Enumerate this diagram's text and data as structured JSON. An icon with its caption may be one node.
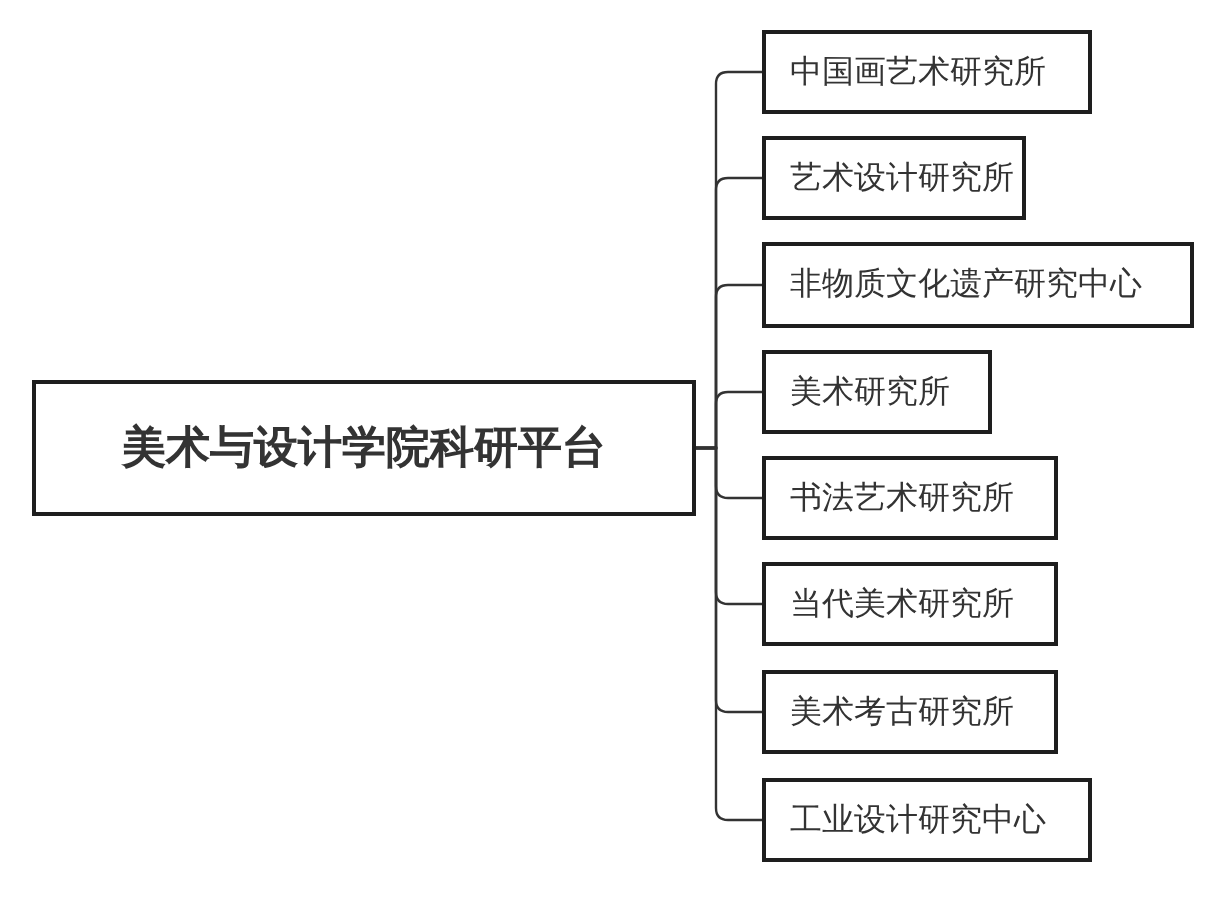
{
  "diagram": {
    "nodes": [
      {
        "text": [
          "美术与设计学院科研平台"
        ]
      },
      {
        "text": [
          "中国画艺术研究所"
        ]
      },
      {
        "text": [
          "艺术设计研究所"
        ]
      },
      {
        "text": [
          "非物质文化遗产研究中心"
        ]
      },
      {
        "text": [
          "美术研究所"
        ]
      },
      {
        "text": [
          "书法艺术研究所"
        ]
      },
      {
        "text": [
          "当代美术研究所"
        ]
      },
      {
        "text": [
          "美术考古研究所"
        ]
      },
      {
        "text": [
          "工业设计研究中心"
        ]
      }
    ],
    "edges": [
      {
        "from": 0,
        "to": 1,
        "arrow": "none"
      },
      {
        "from": 0,
        "to": 2,
        "arrow": "none"
      },
      {
        "from": 0,
        "to": 3,
        "arrow": "none"
      },
      {
        "from": 0,
        "to": 4,
        "arrow": "none"
      },
      {
        "from": 0,
        "to": 5,
        "arrow": "none"
      },
      {
        "from": 0,
        "to": 6,
        "arrow": "none"
      },
      {
        "from": 0,
        "to": 7,
        "arrow": "none"
      },
      {
        "from": 0,
        "to": 8,
        "arrow": "none"
      }
    ]
  }
}
